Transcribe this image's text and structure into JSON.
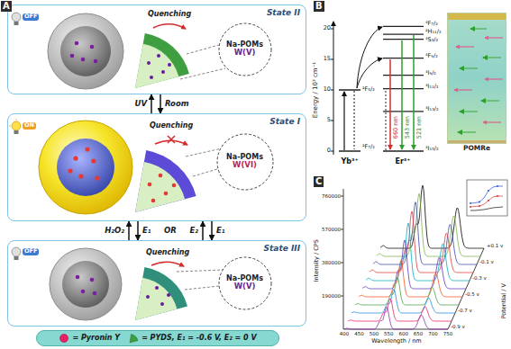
{
  "diagram": {
    "nodes": [
      {
        "text": [
          "State II"
        ]
      },
      {
        "text": [
          "Na-POMs",
          "W(V)"
        ],
        "in": 0
      },
      {
        "text": [
          "State I"
        ]
      },
      {
        "text": [
          "Na-POMs",
          "W(VI)"
        ],
        "in": 2
      },
      {
        "text": [
          "State III"
        ]
      },
      {
        "text": [
          "Na-POMs",
          "W(V)"
        ],
        "in": 4
      },
      {
        "text": [
          "= Pyronin Y",
          "= PYDS, E₁ = -0.6 V, E₂ = 0 V"
        ]
      },
      {
        "text": [
          "POMRe"
        ]
      }
    ],
    "edges": [
      {
        "from": 2,
        "to": 0,
        "arrow": "to"
      },
      {
        "from": 0,
        "to": 2,
        "arrow": "to"
      },
      {
        "from": 4,
        "to": 2,
        "arrow": "to"
      },
      {
        "from": 2,
        "to": 4,
        "arrow": "to"
      },
      {
        "from": 4,
        "to": 2,
        "arrow": "to"
      },
      {
        "from": 2,
        "to": 4,
        "arrow": "to"
      }
    ],
    "labels": [
      "A",
      "OFF",
      "Quenching",
      "UV",
      "Room",
      "ON",
      "Quenching",
      "H₂O₂",
      "E₁",
      "OR",
      "E₂",
      "E₁",
      "OFF",
      "Quenching",
      "B",
      "Energy / 10³ cm⁻¹",
      "0",
      "5",
      "10",
      "15",
      "20",
      "²F₅/₂",
      "²F₇/₂",
      "⁴F₇/₂",
      "²H₁₁/₂",
      "⁴S₃/₂",
      "⁴F₉/₂",
      "⁴I₉/₂",
      "⁴I₁₁/₂",
      "⁴I₁₃/₂",
      "⁴I₁₅/₂",
      "Yb³⁺",
      "Er³⁺",
      "660 nm",
      "543 nm",
      "521 nm",
      "C",
      "Intensity / CPS",
      "190000",
      "380000",
      "570000",
      "760000",
      "400",
      "450",
      "500",
      "550",
      "600",
      "650",
      "700",
      "750",
      "Wavelength / nm",
      "+0.1 v",
      "-0.1 v",
      "-0.3 v",
      "-0.5 v",
      "-0.7 v",
      "-0.9 v",
      "Potential / V"
    ]
  }
}
